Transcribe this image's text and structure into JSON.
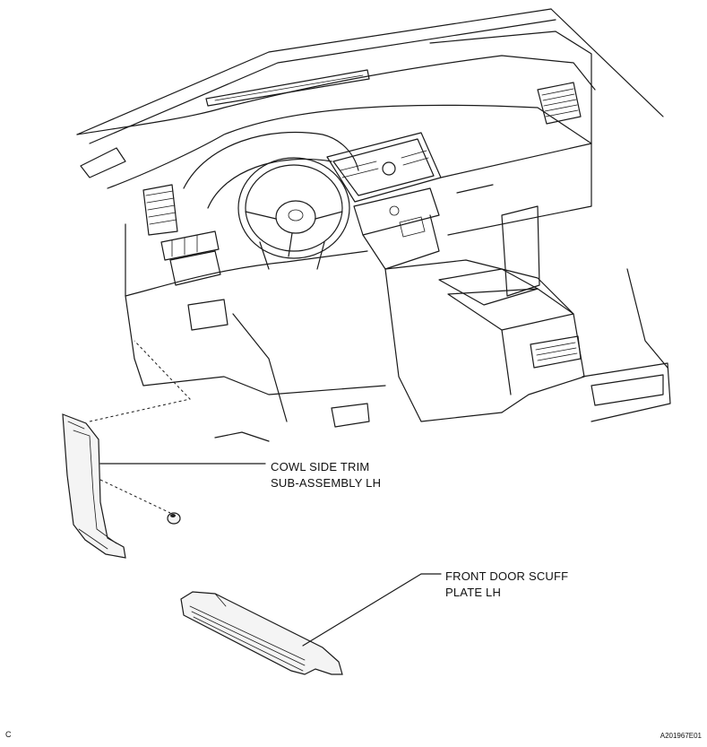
{
  "callouts": {
    "cowl_side_trim": {
      "line1": "COWL SIDE TRIM",
      "line2": "SUB-ASSEMBLY LH"
    },
    "front_door_scuff_plate": {
      "line1": "FRONT DOOR SCUFF",
      "line2": "PLATE LH"
    }
  },
  "corner_marks": {
    "left": "C",
    "right": "A201967E01"
  }
}
